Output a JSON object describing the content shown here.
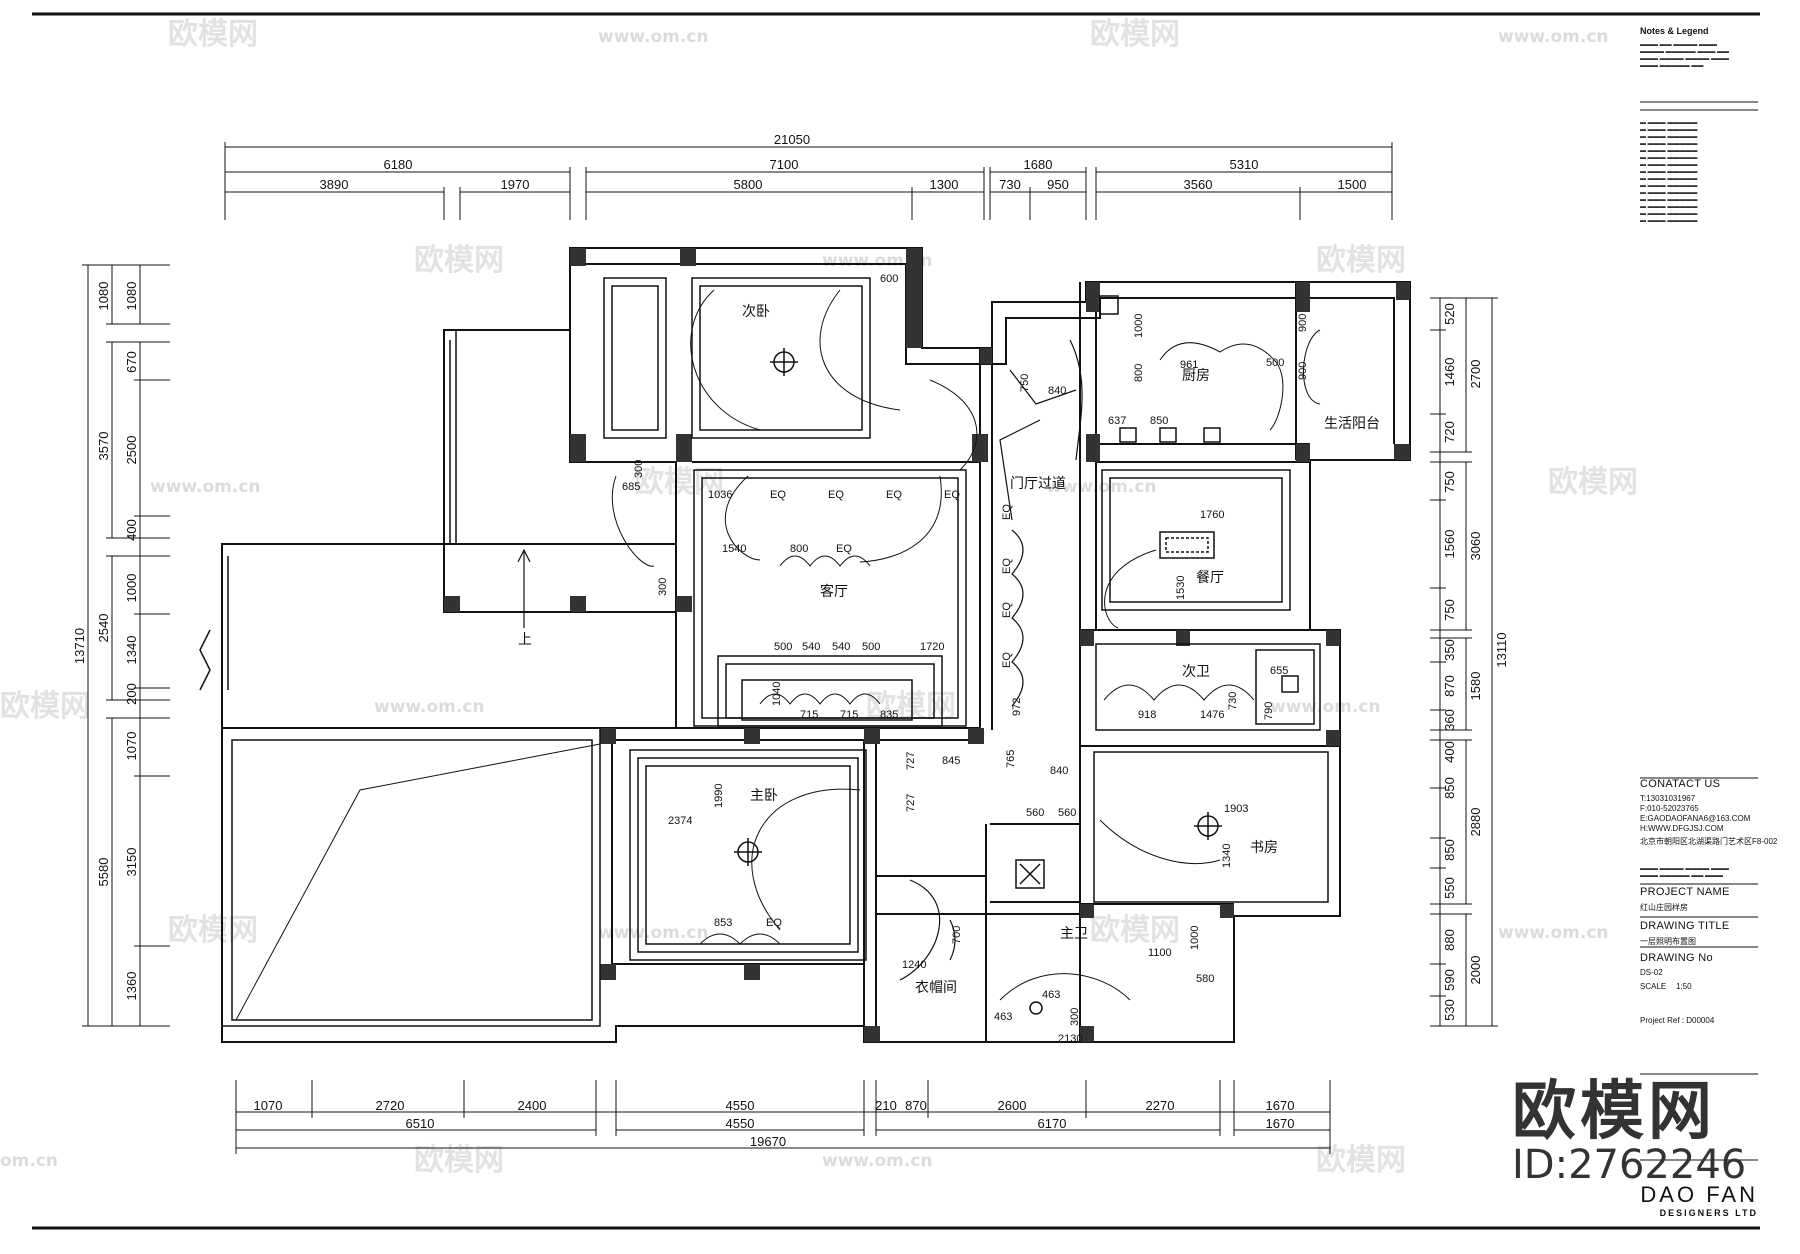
{
  "dims_top_total": "21050",
  "dims_top_mid": [
    "6180",
    "7100",
    "1680",
    "5310"
  ],
  "dims_top_fine": [
    "3890",
    "1970",
    "5800",
    "1300",
    "730",
    "950",
    "3560",
    "1500"
  ],
  "dims_left_total": "13710",
  "dims_left_mid": [
    "1080",
    "3570",
    "2540",
    "5580"
  ],
  "dims_left_fine": [
    "1080",
    "670",
    "2500",
    "400",
    "1000",
    "1340",
    "200",
    "1070",
    "3150",
    "1360"
  ],
  "dims_right_total": "13110",
  "dims_right_mid": [
    "2700",
    "3060",
    "1580",
    "2880",
    "2000"
  ],
  "dims_right_fine": [
    "520",
    "1460",
    "720",
    "750",
    "1560",
    "750",
    "350",
    "870",
    "360",
    "400",
    "850",
    "850",
    "550",
    "880",
    "590",
    "530"
  ],
  "dims_bottom_fine": [
    "1070",
    "2720",
    "2400",
    "4550",
    "210",
    "870",
    "2600",
    "2270",
    "1670"
  ],
  "dims_bottom_mid": [
    "6510",
    "4550",
    "6170",
    "1670"
  ],
  "dims_bottom_total": "19670",
  "rooms": {
    "bedroom2": "次卧",
    "living": "客厅",
    "kitchen": "厨房",
    "balcony": "生活阳台",
    "hall": "门厅过道",
    "dining": "餐厅",
    "bath2": "次卫",
    "master": "主卧",
    "study": "书房",
    "master_bath": "主卫",
    "closet": "衣帽间",
    "stair_up": "上"
  },
  "inner_dims": [
    "600",
    "750",
    "840",
    "961",
    "500",
    "800",
    "1000",
    "900",
    "900",
    "637",
    "850",
    "685",
    "300",
    "1036",
    "EQ",
    "EQ",
    "EQ",
    "EQ",
    "1540",
    "800",
    "EQ",
    "300",
    "1760",
    "1530",
    "500",
    "540",
    "540",
    "500",
    "1720",
    "1040",
    "715",
    "715",
    "835",
    "972",
    "655",
    "918",
    "1476",
    "730",
    "790",
    "845",
    "727",
    "727",
    "765",
    "840",
    "560",
    "560",
    "1903",
    "1340",
    "1990",
    "2374",
    "853",
    "EQ",
    "700",
    "1240",
    "1100",
    "1000",
    "580",
    "463",
    "463",
    "300",
    "2130"
  ],
  "eq_vertical": [
    "EQ",
    "EQ",
    "EQ",
    "EQ"
  ],
  "watermark_text": "欧模网",
  "watermark_url": "www.om.cn",
  "watermark_short": "om.cn",
  "title_block": {
    "notes_title": "Notes & Legend",
    "contact_title": "CONATACT US",
    "tel": "T:13031031967",
    "fax": "F:010-52023765",
    "email": "E:GAODAOFANA6@163.COM",
    "web": "H:WWW.DFGJSJ.COM",
    "address": "北京市朝阳区北湖渠路门艺术区F8-002",
    "project_label": "PROJECT NAME",
    "project_value": "红山庄园样房",
    "drawing_title_label": "DRAWING TITLE",
    "drawing_title_value": "一层照明布置图",
    "drawing_no_label": "DRAWING No",
    "drawing_no_value": "DS-02",
    "scale_label": "SCALE",
    "scale_value": "1:50",
    "project_ref": "Project Ref : D00004"
  },
  "brand": {
    "name": "欧模网",
    "id": "ID:2762246"
  },
  "designer": {
    "name": "DAO FAN",
    "sub": "DESIGNERS LTD"
  }
}
